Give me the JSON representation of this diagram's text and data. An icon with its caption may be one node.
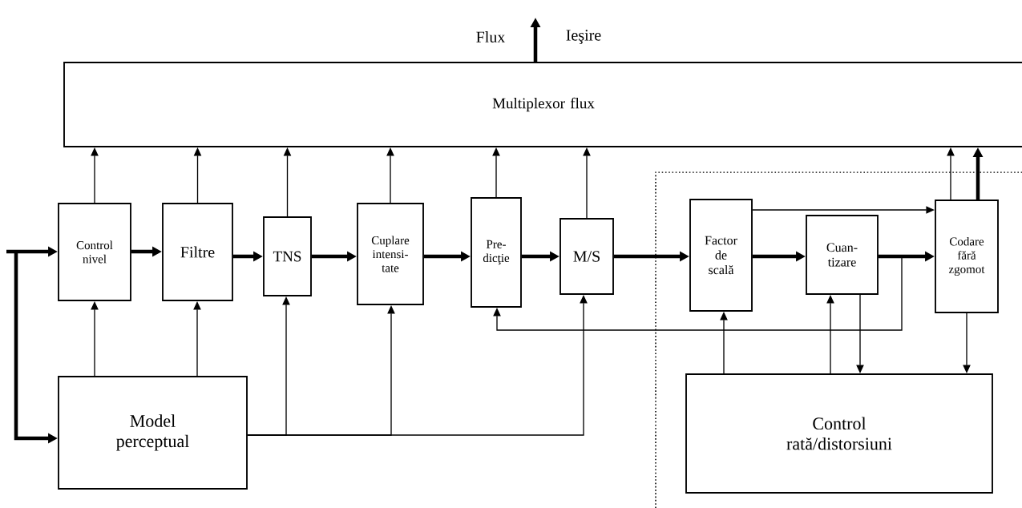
{
  "diagram": {
    "nodes": [
      {
        "text": [
          "Multiplexor flux"
        ]
      },
      {
        "text": [
          "Control nivel"
        ]
      },
      {
        "text": [
          "Filtre"
        ]
      },
      {
        "text": [
          "TNS"
        ]
      },
      {
        "text": [
          "Cuplare intensi- tate"
        ]
      },
      {
        "text": [
          "Pre- dicţie"
        ]
      },
      {
        "text": [
          "M/S"
        ]
      },
      {
        "text": [
          "Factor de scală"
        ]
      },
      {
        "text": [
          "Cuan- tizare"
        ]
      },
      {
        "text": [
          "Codare fără zgomot"
        ]
      },
      {
        "text": [
          "Model perceptual"
        ]
      },
      {
        "text": [
          "Control rată/distorsiuni"
        ]
      }
    ],
    "edges": [
      {
        "from": null,
        "to": 1,
        "arrow": "to",
        "style": "thick"
      },
      {
        "from": null,
        "to": 10,
        "arrow": "to",
        "style": "thick"
      },
      {
        "from": 0,
        "to": null,
        "arrow": "to",
        "style": "thick"
      },
      {
        "from": 1,
        "to": 0,
        "arrow": "to"
      },
      {
        "from": 2,
        "to": 0,
        "arrow": "to"
      },
      {
        "from": 3,
        "to": 0,
        "arrow": "to"
      },
      {
        "from": 4,
        "to": 0,
        "arrow": "to"
      },
      {
        "from": 5,
        "to": 0,
        "arrow": "to"
      },
      {
        "from": 6,
        "to": 0,
        "arrow": "to"
      },
      {
        "from": 9,
        "to": 0,
        "arrow": "to"
      },
      {
        "from": 9,
        "to": 0,
        "arrow": "to",
        "style": "thick"
      },
      {
        "from": 1,
        "to": 2,
        "arrow": "to",
        "style": "thick"
      },
      {
        "from": 2,
        "to": 3,
        "arrow": "to",
        "style": "thick"
      },
      {
        "from": 3,
        "to": 4,
        "arrow": "to",
        "style": "thick"
      },
      {
        "from": 4,
        "to": 5,
        "arrow": "to",
        "style": "thick"
      },
      {
        "from": 5,
        "to": 6,
        "arrow": "to",
        "style": "thick"
      },
      {
        "from": 6,
        "to": 7,
        "arrow": "to",
        "style": "thick"
      },
      {
        "from": 7,
        "to": 8,
        "arrow": "to",
        "style": "thick"
      },
      {
        "from": 8,
        "to": 9,
        "arrow": "to",
        "style": "thick"
      },
      {
        "from": 7,
        "to": 9,
        "arrow": "to"
      },
      {
        "from": 10,
        "to": 1,
        "arrow": "to"
      },
      {
        "from": 10,
        "to": 2,
        "arrow": "to"
      },
      {
        "from": 10,
        "to": 3,
        "arrow": "to"
      },
      {
        "from": 10,
        "to": 4,
        "arrow": "to"
      },
      {
        "from": 10,
        "to": 6,
        "arrow": "to"
      },
      {
        "from": 8,
        "to": 5,
        "arrow": "to"
      },
      {
        "from": 11,
        "to": 7,
        "arrow": "to"
      },
      {
        "from": 11,
        "to": 8,
        "arrow": "to"
      },
      {
        "from": 8,
        "to": 11,
        "arrow": "to"
      },
      {
        "from": 9,
        "to": 11,
        "arrow": "to"
      }
    ],
    "labels": [
      "Flux",
      "Ieşire"
    ]
  }
}
